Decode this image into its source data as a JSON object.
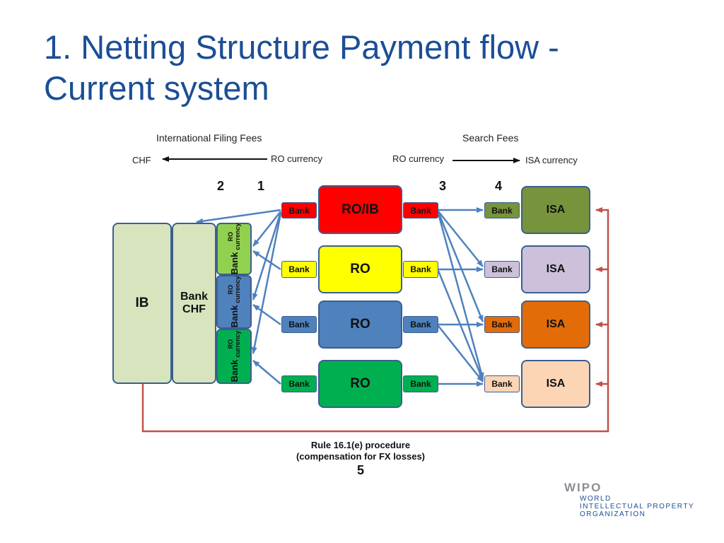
{
  "title": {
    "line1": "1. Netting Structure Payment flow -",
    "line2": "Current system"
  },
  "headers": {
    "ifees": "International Filing Fees",
    "sfees": "Search Fees",
    "chf": "CHF",
    "ro_currency_left": "RO currency",
    "ro_currency_right": "RO currency",
    "isa_currency": "ISA currency"
  },
  "steps": {
    "s1": "1",
    "s2": "2",
    "s3": "3",
    "s4": "4"
  },
  "left": {
    "ib": "IB",
    "bank_chf_1": "Bank",
    "bank_chf_2": "CHF",
    "vbank_label": "Bank",
    "vbank_ro": "RO",
    "vbank_currency": "currency"
  },
  "offices": [
    "RO/IB",
    "RO",
    "RO",
    "RO"
  ],
  "bank_label": "Bank",
  "isas": [
    "ISA",
    "ISA",
    "ISA",
    "ISA"
  ],
  "rule": {
    "line1": "Rule 16.1(e) procedure",
    "line2": "(compensation for FX losses)",
    "step": "5"
  },
  "logo": {
    "brand": "WIPO",
    "line1": "WORLD",
    "line2": "INTELLECTUAL PROPERTY",
    "line3": "ORGANIZATION"
  },
  "colors": {
    "title": "#1b4e95",
    "arrow_blue": "#4f81bd",
    "arrow_red": "#c0504d",
    "ro_ib": "#ff0000",
    "ro_yellow": "#ffff00",
    "ro_blue": "#4f81bd",
    "ro_green": "#00b050",
    "isa_olive": "#77933c",
    "isa_lilac": "#ccc0da",
    "isa_orange": "#e36c09",
    "isa_peach": "#fcd5b5"
  }
}
